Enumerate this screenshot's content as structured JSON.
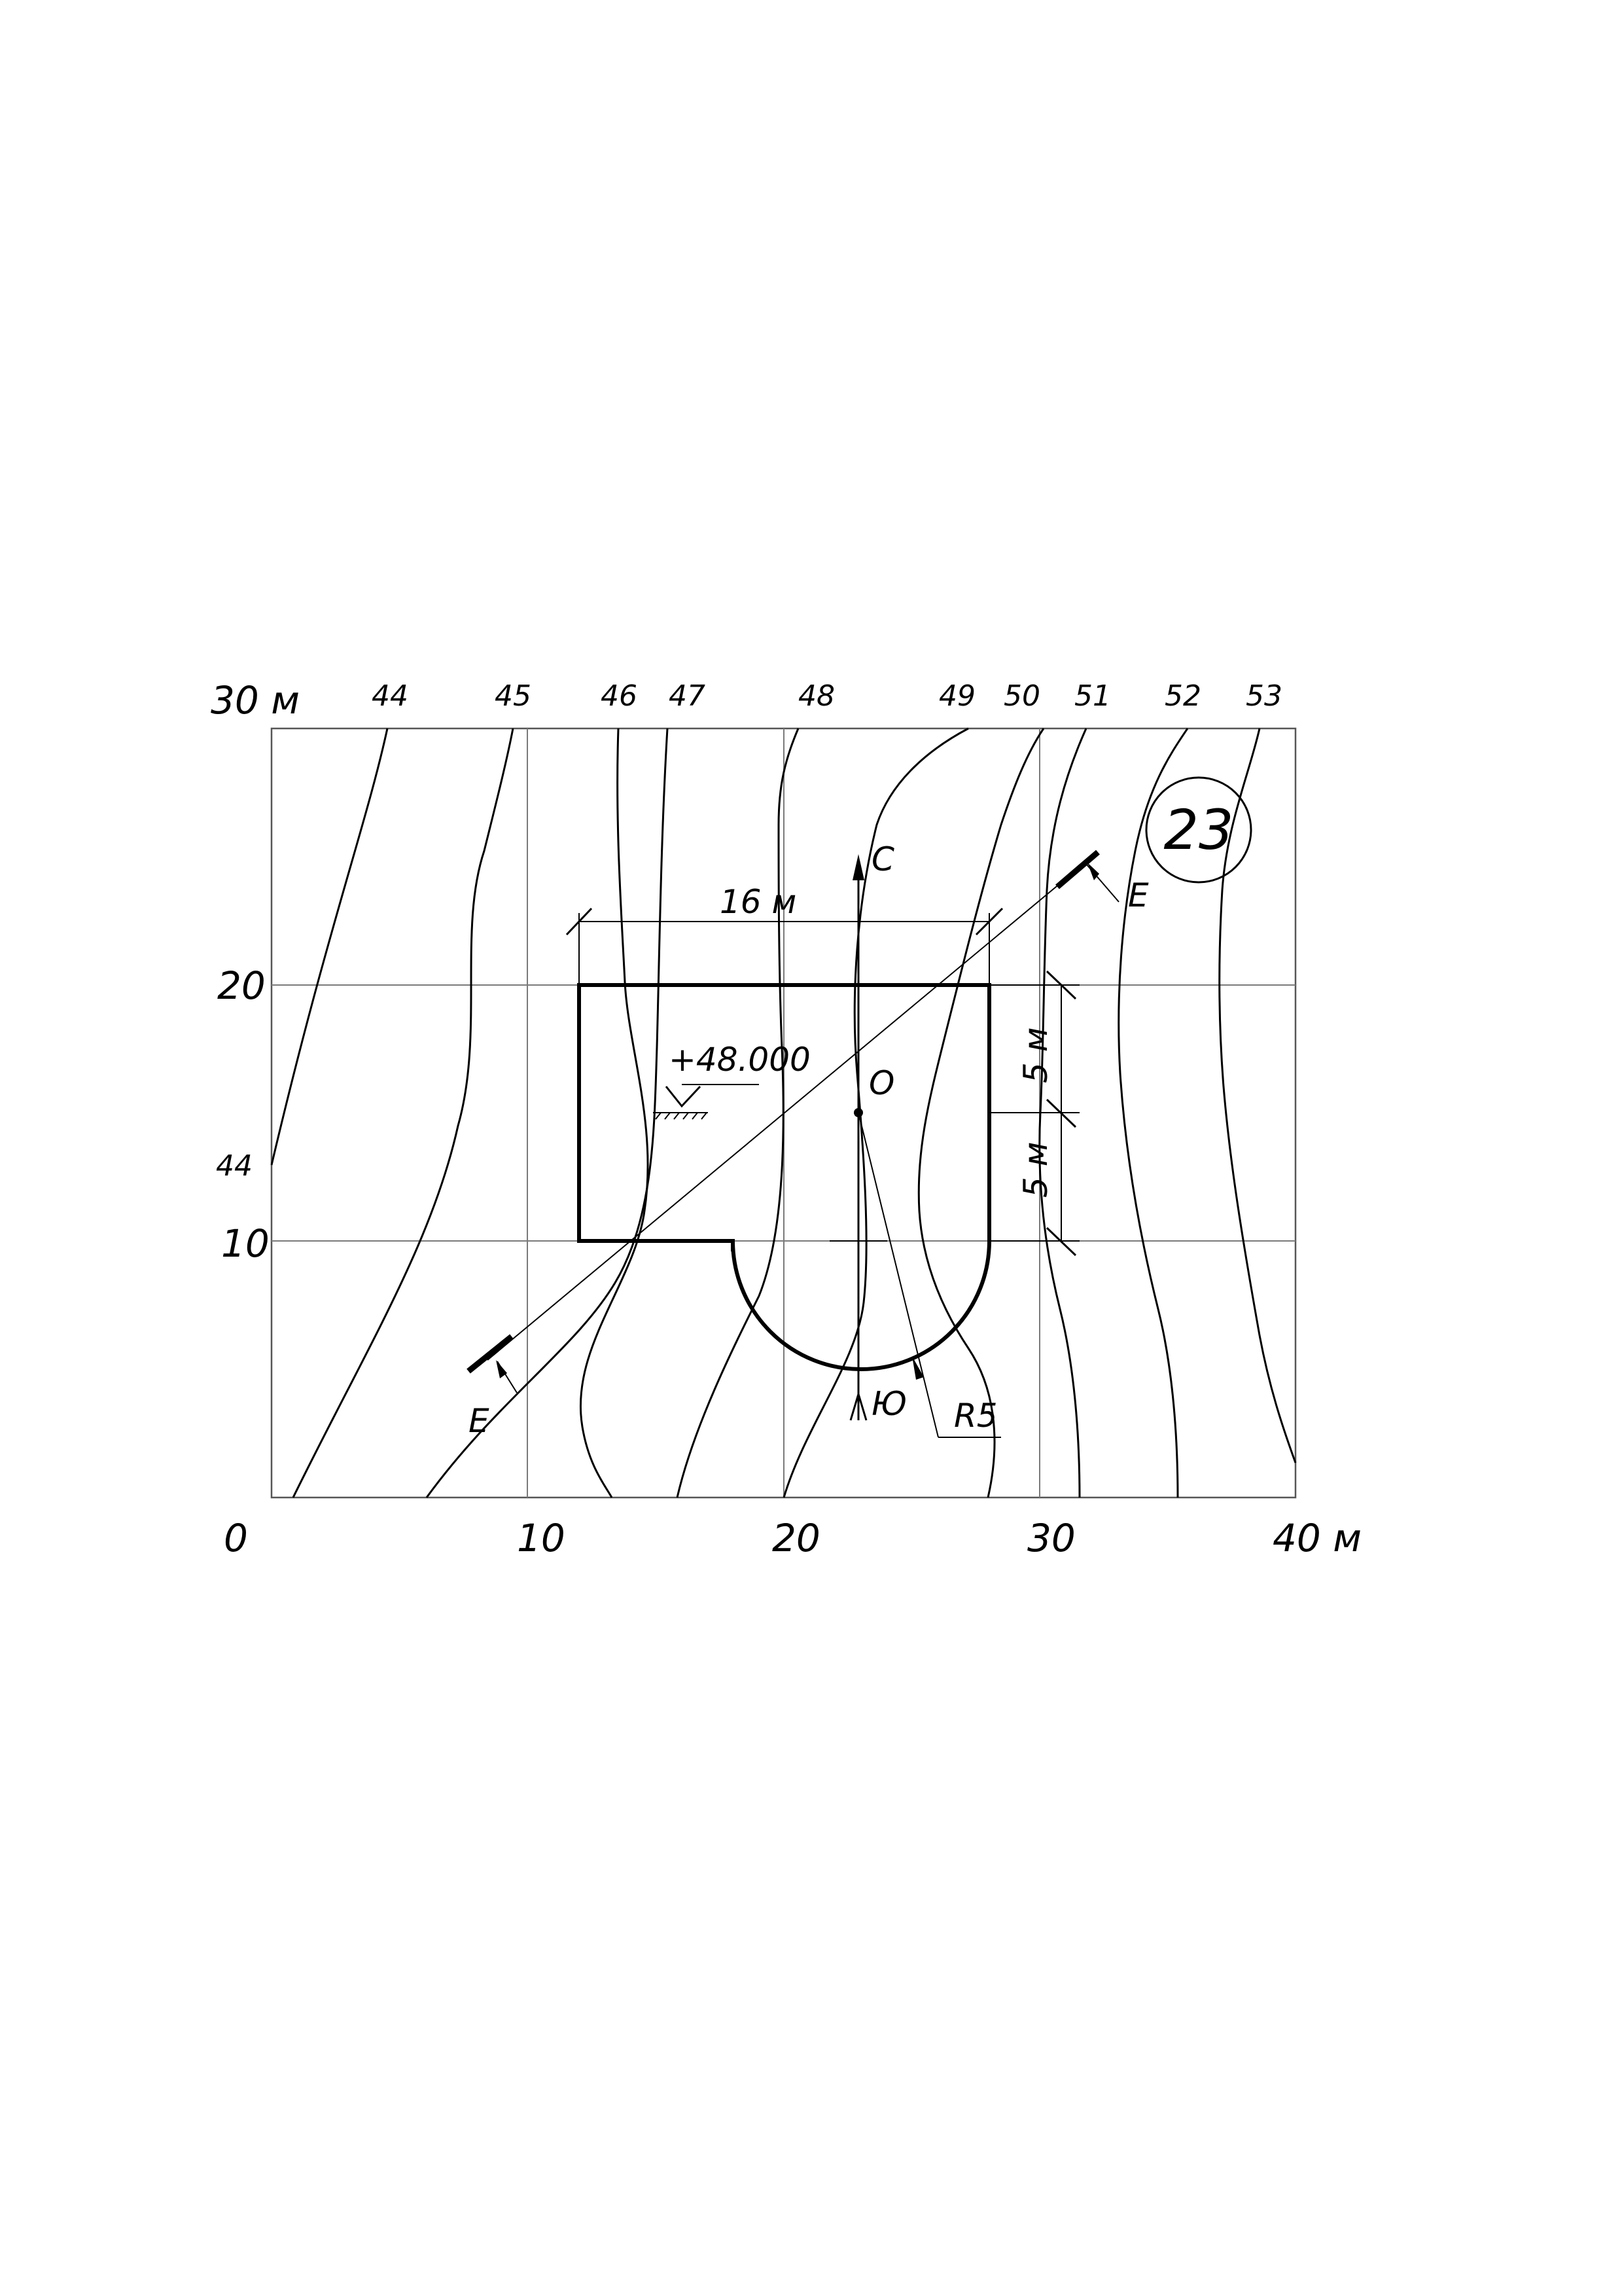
{
  "axes": {
    "x_ticks": [
      "0",
      "10",
      "20",
      "30",
      "40 м"
    ],
    "y_ticks": [
      "10",
      "20",
      "30 м"
    ]
  },
  "contours": {
    "top_labels": [
      "44",
      "45",
      "46",
      "47",
      "48",
      "49",
      "50",
      "51",
      "52",
      "53"
    ],
    "left_label": "44"
  },
  "drawing": {
    "sheet_number": "23",
    "dim_width": "16 м",
    "dim_upper": "5 м",
    "dim_lower": "5 м",
    "elevation": "+48.000",
    "point_o": "O",
    "north": "С",
    "south": "Ю",
    "section_mark_top": "E",
    "section_mark_bottom": "E",
    "radius": "R5"
  }
}
